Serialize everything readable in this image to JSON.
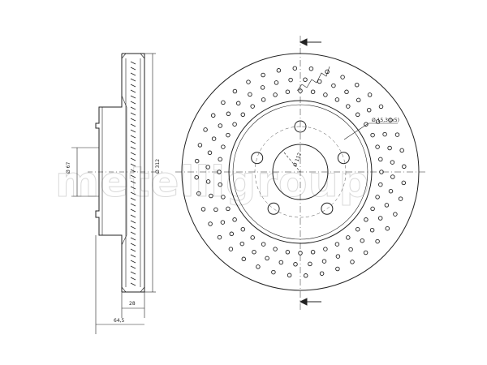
{
  "watermark": "metelligroup",
  "dimensions": {
    "hub_bore": "Ø 67",
    "outer_diameter": "Ø 312",
    "thickness": "28",
    "overall_height": "64,5",
    "hole_detail": "Ø 15,3 (x5)",
    "pcd": "Ø 112"
  },
  "colors": {
    "line": "#222222",
    "watermark": "#d9d9d9"
  }
}
